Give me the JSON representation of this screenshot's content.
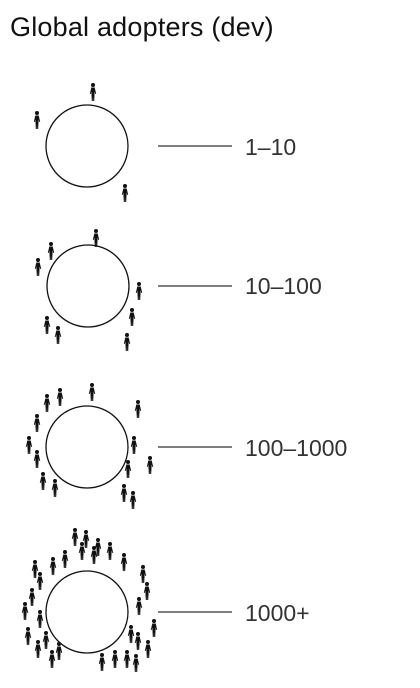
{
  "title": "Global adopters (dev)",
  "tiers": [
    {
      "label": "1–10",
      "people_count": 3
    },
    {
      "label": "10–100",
      "people_count": 8
    },
    {
      "label": "100–1000",
      "people_count": 14
    },
    {
      "label": "1000+",
      "people_count": 30
    }
  ],
  "icons": {
    "person": "person-figure-icon"
  },
  "colors": {
    "ink": "#111111",
    "line": "#333333"
  }
}
